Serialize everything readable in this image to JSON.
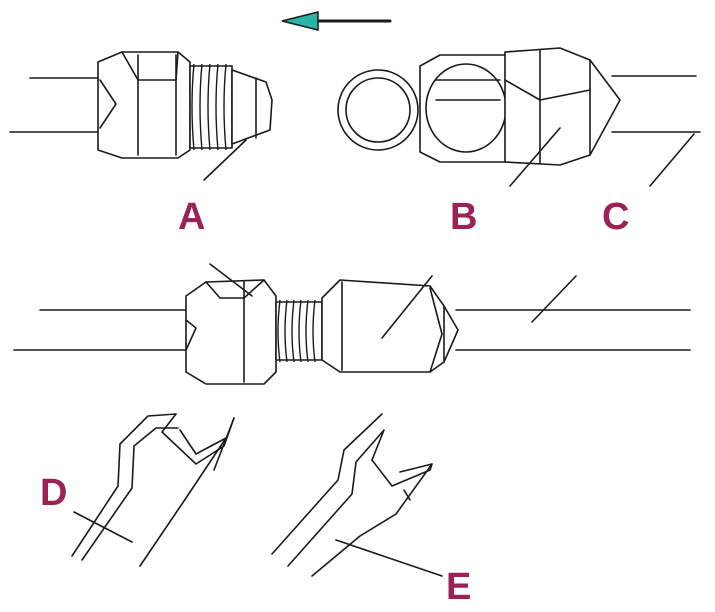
{
  "labels": {
    "a": "A",
    "b": "B",
    "c": "C",
    "d": "D",
    "e": "E"
  },
  "colors": {
    "label": "#9b2257",
    "arrow": "#2bb3a8",
    "line": "#1a1a1a"
  },
  "icons": {
    "direction": "arrow-left-icon"
  }
}
